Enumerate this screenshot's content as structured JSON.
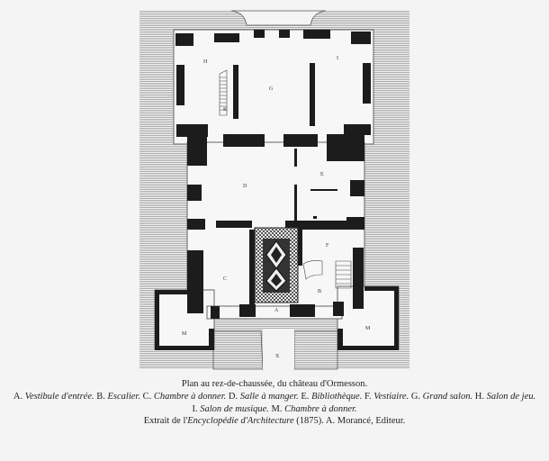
{
  "plan": {
    "room_labels": {
      "H": "H",
      "I": "I",
      "G": "G",
      "stair": "K",
      "D": "D",
      "E": "E",
      "F": "F",
      "C": "C",
      "B": "B",
      "A": "A",
      "M_left": "M",
      "M_right": "M",
      "X": "X"
    }
  },
  "caption": {
    "title": "Plan au rez-de-chaussée, du château d'Ormesson.",
    "legend": [
      {
        "key": "A.",
        "name": "Vestibule d'entrée."
      },
      {
        "key": "B.",
        "name": "Escalier."
      },
      {
        "key": "C.",
        "name": "Chambre à donner."
      },
      {
        "key": "D.",
        "name": "Salle à manger."
      },
      {
        "key": "E.",
        "name": "Bibliothèque."
      },
      {
        "key": "F.",
        "name": "Vestiaire."
      },
      {
        "key": "G.",
        "name": "Grand salon."
      },
      {
        "key": "H.",
        "name": "Salon de jeu."
      },
      {
        "key": "I.",
        "name": "Salon de musique."
      },
      {
        "key": "M.",
        "name": "Chambre à donner."
      }
    ],
    "source_prefix": "Extrait de l'",
    "source_title": "Encyclopédie d'Architecture",
    "source_suffix": " (1875). A. Morancé, Editeur."
  }
}
